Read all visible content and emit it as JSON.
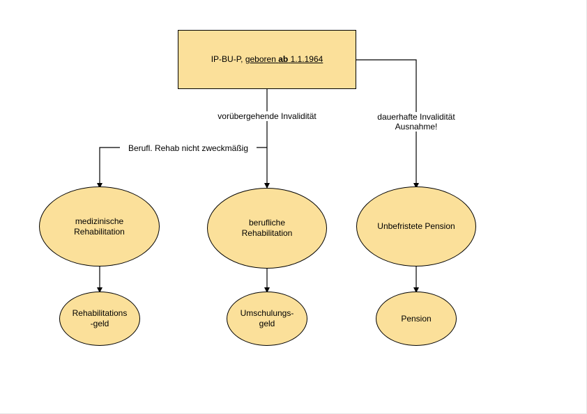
{
  "root": {
    "prefix": "IP-BU-P, ",
    "geboren": "geboren",
    "ab": "ab",
    "date": "1.1.1964"
  },
  "edges": {
    "temporary": "vorübergehende Invalidität",
    "permanent_line1": "dauerhafte Invalidität",
    "permanent_line2": "Ausnahme!",
    "not_useful": "Berufl. Rehab nicht zweckmäßig"
  },
  "nodes": {
    "medical_rehab_line1": "medizinische",
    "medical_rehab_line2": "Rehabilitation",
    "vocational_rehab_line1": "berufliche",
    "vocational_rehab_line2": "Rehabilitation",
    "unlimited_pension": "Unbefristete Pension",
    "rehab_money_line1": "Rehabilitations",
    "rehab_money_line2": "-geld",
    "retraining_money_line1": "Umschulungs-",
    "retraining_money_line2": "geld",
    "pension": "Pension"
  },
  "colors": {
    "node_fill": "#fbe09a",
    "stroke": "#000000"
  }
}
